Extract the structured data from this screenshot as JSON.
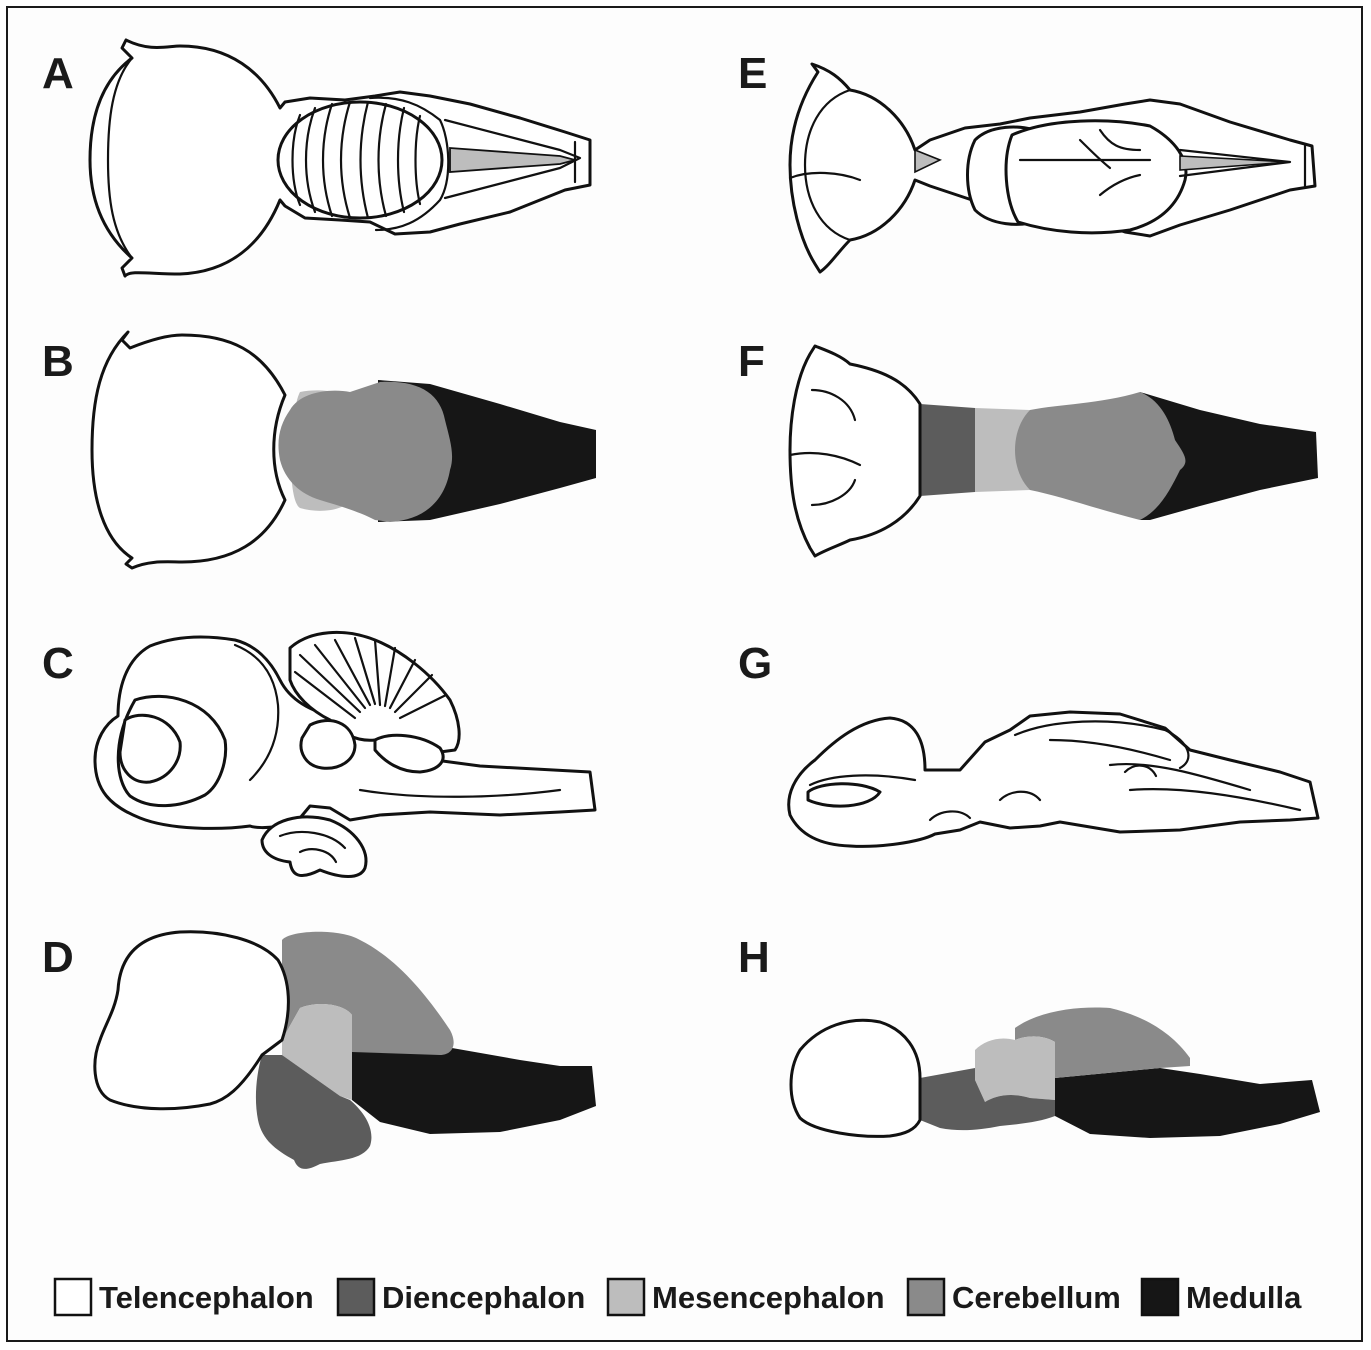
{
  "panels": {
    "a": "A",
    "b": "B",
    "c": "C",
    "d": "D",
    "e": "E",
    "f": "F",
    "g": "G",
    "h": "H"
  },
  "legend": [
    {
      "label": "Telencephalon",
      "color": "#ffffff"
    },
    {
      "label": "Diencephalon",
      "color": "#5c5c5c"
    },
    {
      "label": "Mesencephalon",
      "color": "#bdbdbd"
    },
    {
      "label": "Cerebellum",
      "color": "#8a8a8a"
    },
    {
      "label": "Medulla",
      "color": "#161616"
    }
  ]
}
